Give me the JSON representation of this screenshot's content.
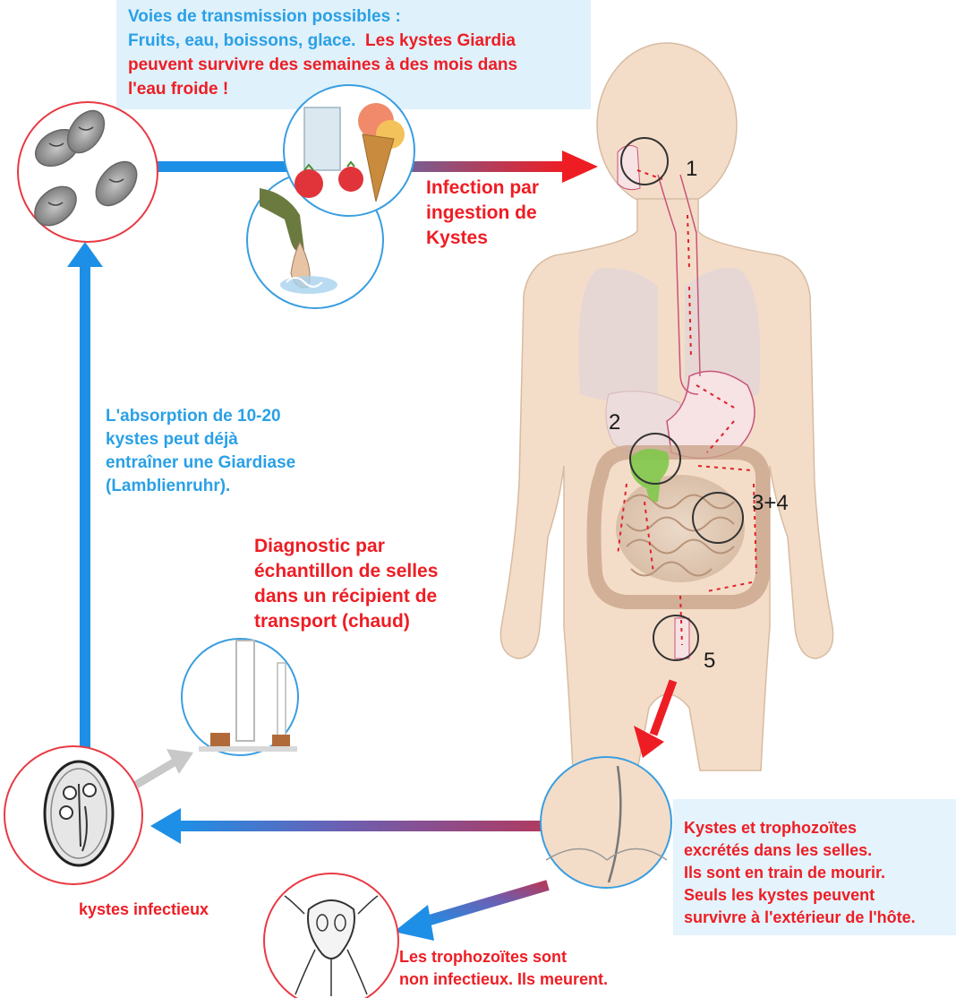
{
  "transmission": {
    "title": "Voies de transmission possibles :",
    "routes": "Fruits, eau, boissons, glace.",
    "warning_line1": "Les kystes Giardia",
    "warning_line2": "peuvent survivre des semaines à des mois dans",
    "warning_line3": "l'eau froide !"
  },
  "infection": {
    "text": "Infection par\ningestion de\nKystes"
  },
  "absorption": {
    "text": "L'absorption de 10-20\nkystes peut déjà\nentraîner une Giardiase\n(Lamblienruhr)."
  },
  "diagnostic": {
    "text": "Diagnostic par\néchantillon de selles\ndans un récipient de\ntransport (chaud)"
  },
  "excretion": {
    "text": "Kystes et trophozoïtes\nexcrétés dans les selles.\nIls sont en train de mourir.\nSeuls les kystes peuvent\nsurvivre à l'extérieur de l'hôte."
  },
  "infectious_cysts": {
    "label": "kystes infectieux"
  },
  "trophozoites": {
    "text": "Les trophozoïtes sont\nnon infectieux. Ils meurent."
  },
  "stages": {
    "s1": "1",
    "s2": "2",
    "s34": "3+4",
    "s5": "5"
  },
  "colors": {
    "blue_text": "#2aa0e6",
    "red_text": "#ee1d24",
    "arrow_blue": "#1e8fe6",
    "arrow_red": "#ee1d24",
    "circle_blue": "#3a9ee0",
    "circle_red": "#e83a44",
    "body_skin": "#f4ddc8"
  },
  "icons": {
    "cysts": "cysts-cluster-icon",
    "food": "fruit-icecream-water-icon",
    "hand": "hand-drinking-water-icon",
    "tube": "stool-sample-tube-icon",
    "cyst": "infectious-cyst-icon",
    "trophozoite": "trophozoite-icon",
    "buttocks": "buttocks-icon",
    "human": "human-body-icon"
  }
}
